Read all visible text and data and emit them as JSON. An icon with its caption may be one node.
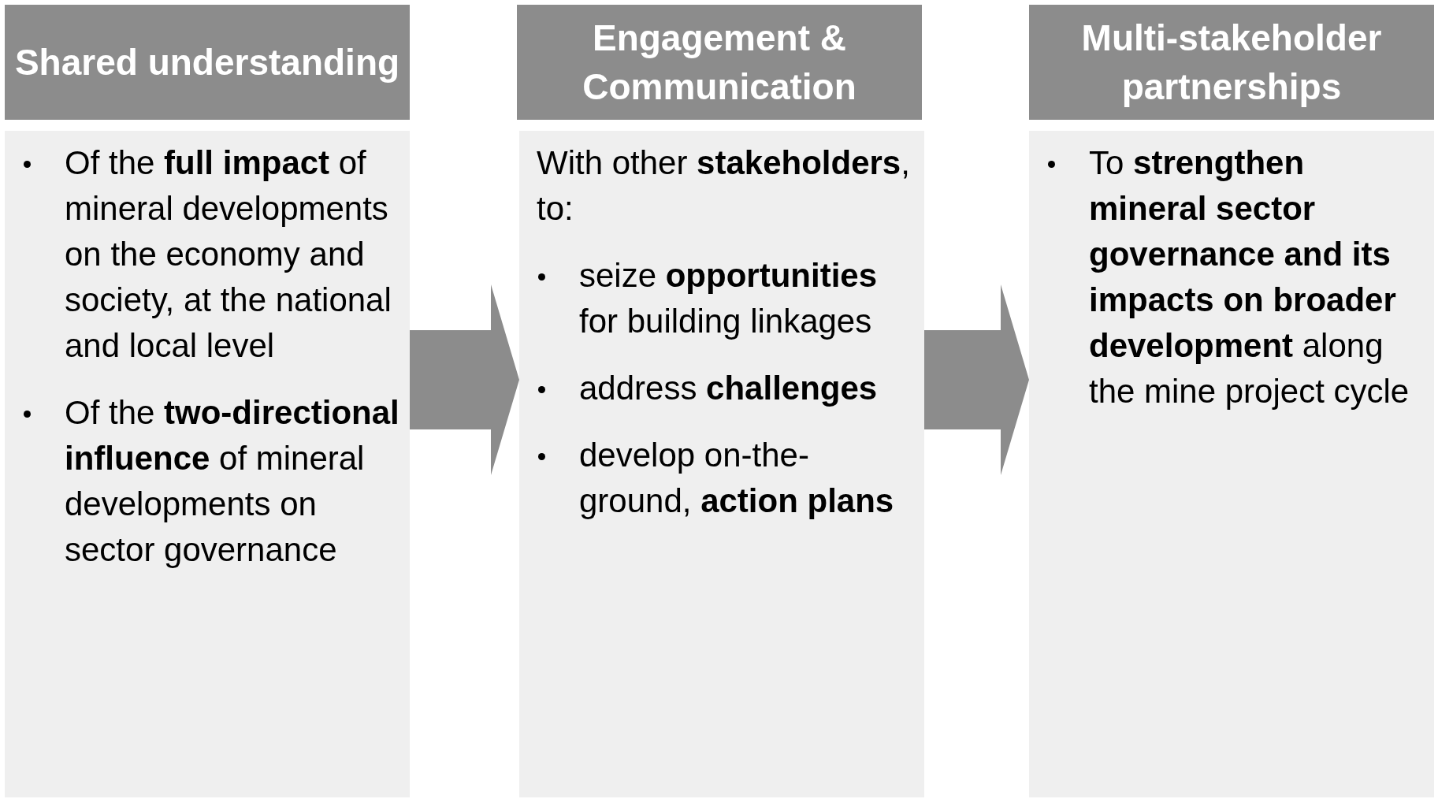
{
  "diagram": {
    "nodes": [
      {
        "text": [
          "Shared understanding"
        ]
      },
      {
        "text": [
          "Of the **full impact** of mineral developments on the economy and society, at the national and local level",
          "Of the **two-directional influence** of mineral developments on sector governance"
        ]
      },
      {
        "text": [
          "Engagement & Communication"
        ]
      },
      {
        "text": [
          "With other **stakeholders**, to:",
          "seize **opportunities** for building linkages",
          "address **challenges**",
          "develop on-the-ground, **action plans**"
        ]
      },
      {
        "text": [
          "Multi-stakeholder partnerships"
        ]
      },
      {
        "text": [
          "To **strengthen mineral sector governance and its impacts on broader development** along the mine project cycle"
        ]
      }
    ],
    "edges": [
      {
        "from": 1,
        "to": 3,
        "arrow": "to",
        "style": "thick"
      },
      {
        "from": 3,
        "to": 5,
        "arrow": "to",
        "style": "thick"
      }
    ]
  }
}
